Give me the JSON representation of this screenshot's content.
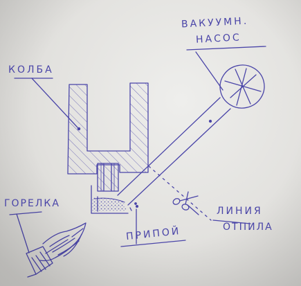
{
  "labels": {
    "vacuum_pump_line1": "ВАКУУМН.",
    "vacuum_pump_line2": "НАСОС",
    "flask": "КОЛБА",
    "burner": "ГОРЕЛКА",
    "cut_line_line1": "ЛИНИЯ",
    "cut_line_line2": "ОТПИЛА",
    "solder": "ПРИПОЙ"
  },
  "colors": {
    "ink": "#4a45a8",
    "paper": "#e6e5e2"
  }
}
